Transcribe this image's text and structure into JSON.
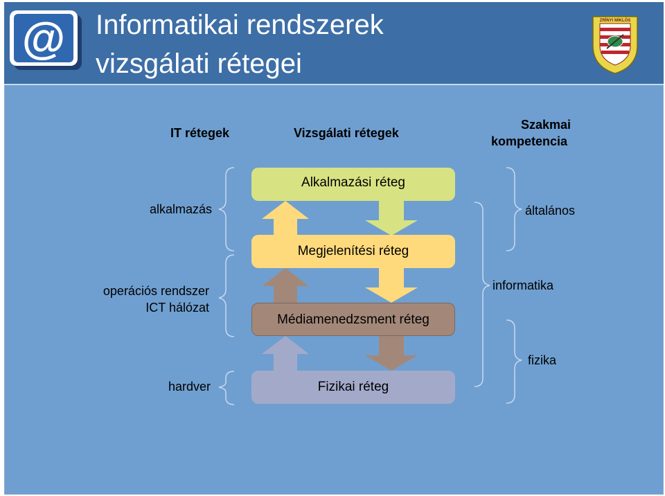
{
  "header": {
    "title_line1": "Informatikai rendszerek",
    "title_line2": "vizsgálati rétegei",
    "logo_icon": "at-sign-icon",
    "emblem_icon": "university-crest-icon",
    "emblem_text": "ZRÍNYI MIKLÓS"
  },
  "columns": {
    "it_layers": "IT rétegek",
    "investigation_layers": "Vizsgálati rétegek",
    "competence_line1": "Szakmai",
    "competence_line2": "kompetencia"
  },
  "left_labels": {
    "application": "alkalmazás",
    "os": "operációs rendszer",
    "ict": "ICT hálózat",
    "hardware": "hardver"
  },
  "layers": {
    "application": "Alkalmazási réteg",
    "presentation": "Megjelenítési réteg",
    "media": "Médiamenedzsment réteg",
    "physical": "Fizikai réteg"
  },
  "right_labels": {
    "general": "általános",
    "informatics": "informatika",
    "physics": "fizika"
  },
  "colors": {
    "background": "#6f9fd0",
    "header": "#3d6ea6",
    "application_layer": "#d7e382",
    "presentation_layer": "#ffda7c",
    "media_layer": "#a38879",
    "physical_layer": "#a3aac9"
  }
}
